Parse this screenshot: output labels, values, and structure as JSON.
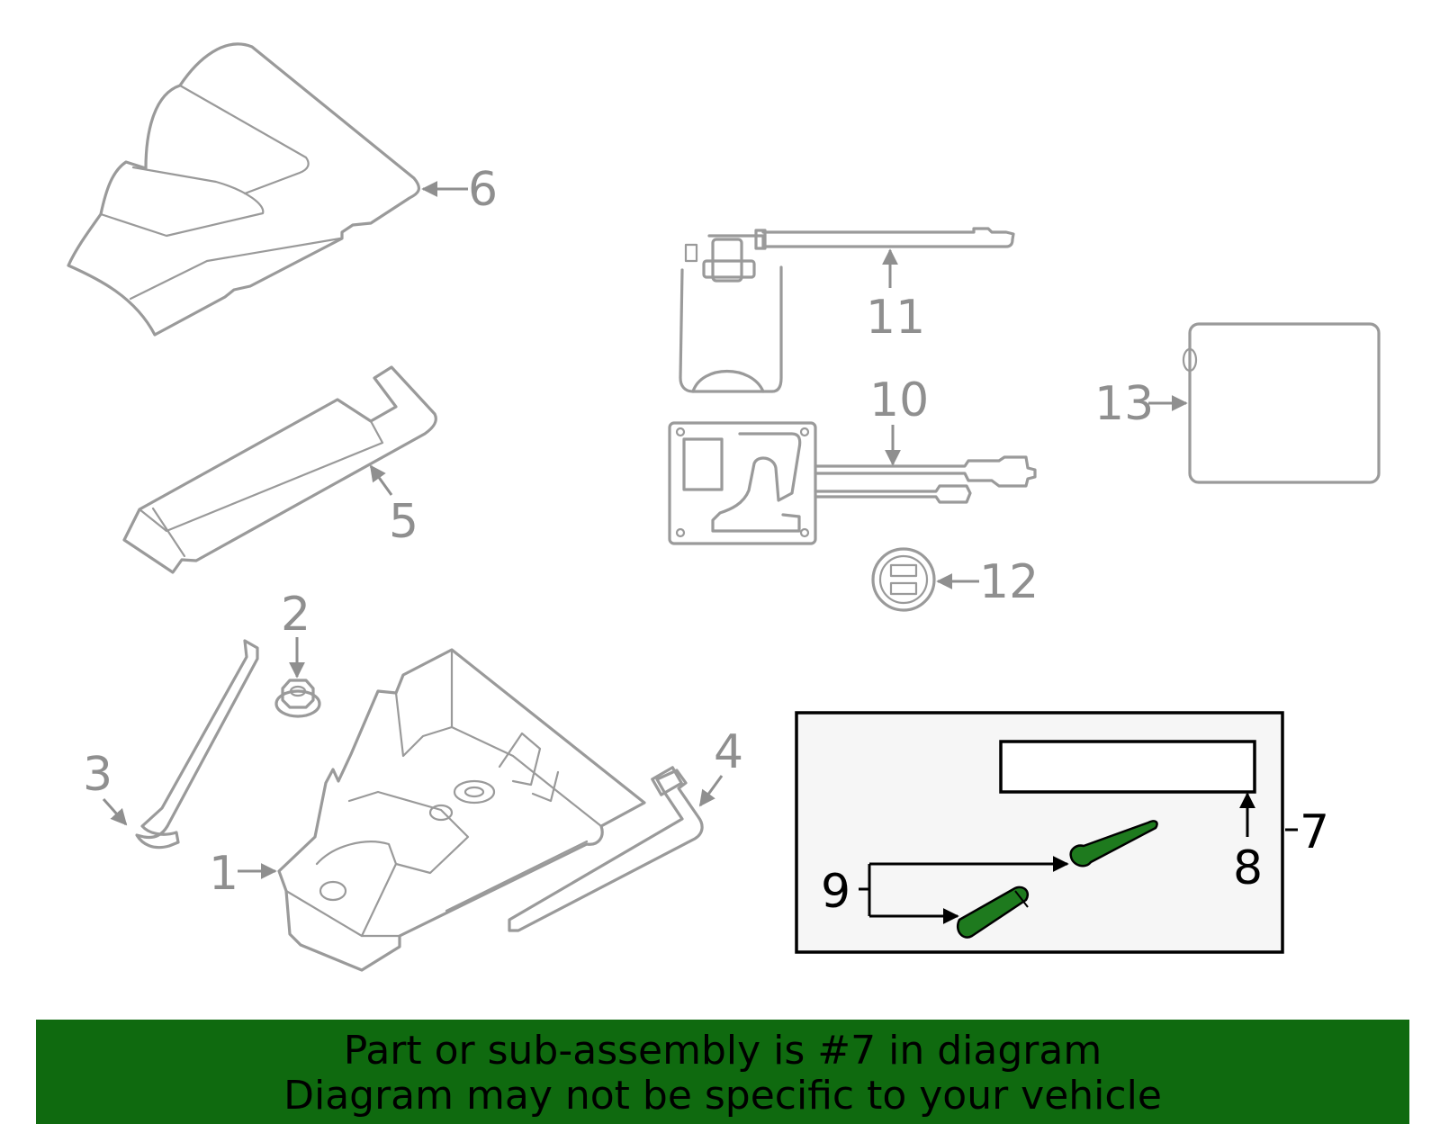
{
  "diagram": {
    "callouts": {
      "c1": "1",
      "c2": "2",
      "c3": "3",
      "c4": "4",
      "c5": "5",
      "c6": "6",
      "c7": "7",
      "c8": "8",
      "c9": "9",
      "c10": "10",
      "c11": "11",
      "c12": "12",
      "c13": "13"
    },
    "colors": {
      "part_stroke": "#9a9a9a",
      "highlight_fill": "#1e7a1e",
      "banner_bg": "#0f6a0f",
      "inset_bg": "#f6f6f6"
    }
  },
  "banner": {
    "line1": "Part or sub-assembly is #7 in diagram",
    "line2": "Diagram may not be specific to your vehicle"
  }
}
